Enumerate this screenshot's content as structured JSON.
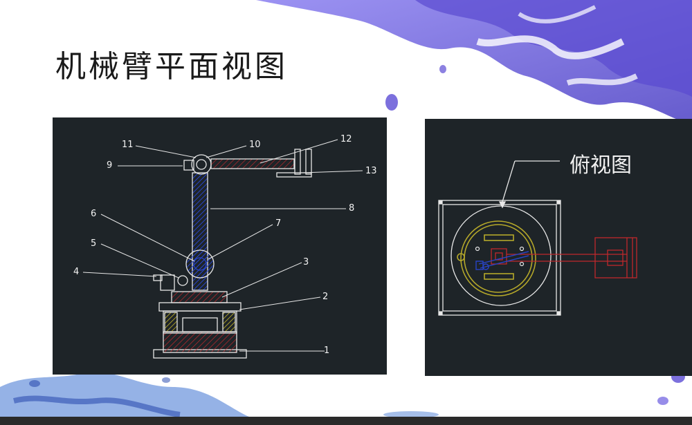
{
  "slide": {
    "title": "机械臂平面视图"
  },
  "side_view": {
    "callouts": [
      "1",
      "2",
      "3",
      "4",
      "5",
      "6",
      "7",
      "8",
      "9",
      "10",
      "11",
      "12",
      "13"
    ]
  },
  "top_view": {
    "label": "俯视图"
  },
  "colors": {
    "panel_background": "#1e2428",
    "drawing_line": "#e8e8e8",
    "hatch_red": "#c0282c",
    "arm_blue": "#1f3aa8",
    "bearing_yellow": "#b5a82a",
    "paint_splash": "#6c5cd8"
  }
}
